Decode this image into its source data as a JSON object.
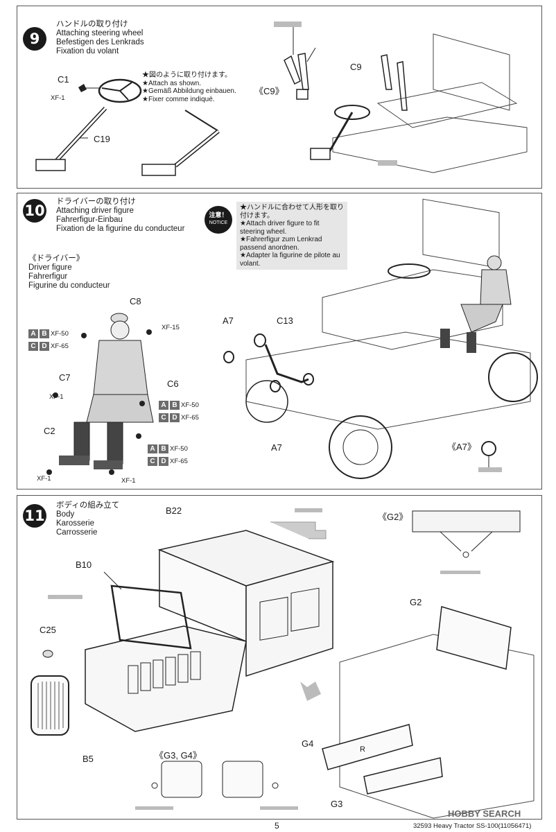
{
  "step9": {
    "number": "9",
    "title_ja": "ハンドルの取り付け",
    "title_en": "Attaching steering wheel",
    "title_de": "Befestigen des Lenkrads",
    "title_fr": "Fixation du volant",
    "note_ja": "★図のように取り付けます。",
    "note_en": "★Attach as shown.",
    "note_de": "★Gemäß Abbildung einbauen.",
    "note_fr": "★Fixer comme indiqué.",
    "label_c1": "C1",
    "label_xf1": "XF-1",
    "label_c19": "C19",
    "label_c9_detail": "《C9》",
    "label_c9": "C9"
  },
  "step10": {
    "number": "10",
    "title_ja": "ドライバーの取り付け",
    "title_en": "Attaching driver figure",
    "title_de": "Fahrerfigur-Einbau",
    "title_fr": "Fixation de la figurine du conducteur",
    "notice_badge_ja": "注意！",
    "notice_badge_en": "NOTICE",
    "notice_ja": "★ハンドルに合わせて人形を取り付けます。",
    "notice_en": "★Attach driver figure to fit steering wheel.",
    "notice_de": "★Fahrerfigur zum Lenkrad passend anordnen.",
    "notice_fr": "★Adapter la figurine de pilote au volant.",
    "driver_ja": "《ドライバー》",
    "driver_en": "Driver figure",
    "driver_de": "Fahrerfigur",
    "driver_fr": "Figurine du conducteur",
    "label_c8": "C8",
    "label_c7": "C7",
    "label_c6": "C6",
    "label_c2": "C2",
    "label_a7": "A7",
    "label_c13": "C13",
    "label_a7_bottom": "A7",
    "label_a7_detail": "《A7》",
    "box_a": "A",
    "box_b": "B",
    "box_c": "C",
    "box_d": "D",
    "xf50": "XF-50",
    "xf65": "XF-65",
    "xf15": "XF-15",
    "xf1": "XF-1"
  },
  "step11": {
    "number": "11",
    "title_ja": "ボディの組み立て",
    "title_en": "Body",
    "title_de": "Karosserie",
    "title_fr": "Carrosserie",
    "label_b22": "B22",
    "label_b10": "B10",
    "label_c25": "C25",
    "label_b5": "B5",
    "label_g2_detail": "《G2》",
    "label_g2": "G2",
    "label_g4": "G4",
    "label_g3": "G3",
    "label_g34_detail": "《G3, G4》",
    "label_r": "R"
  },
  "footer": {
    "page_number": "5",
    "product": "32593  Heavy Tractor SS-100(11056471)",
    "watermark": "HOBBY SEARCH"
  }
}
